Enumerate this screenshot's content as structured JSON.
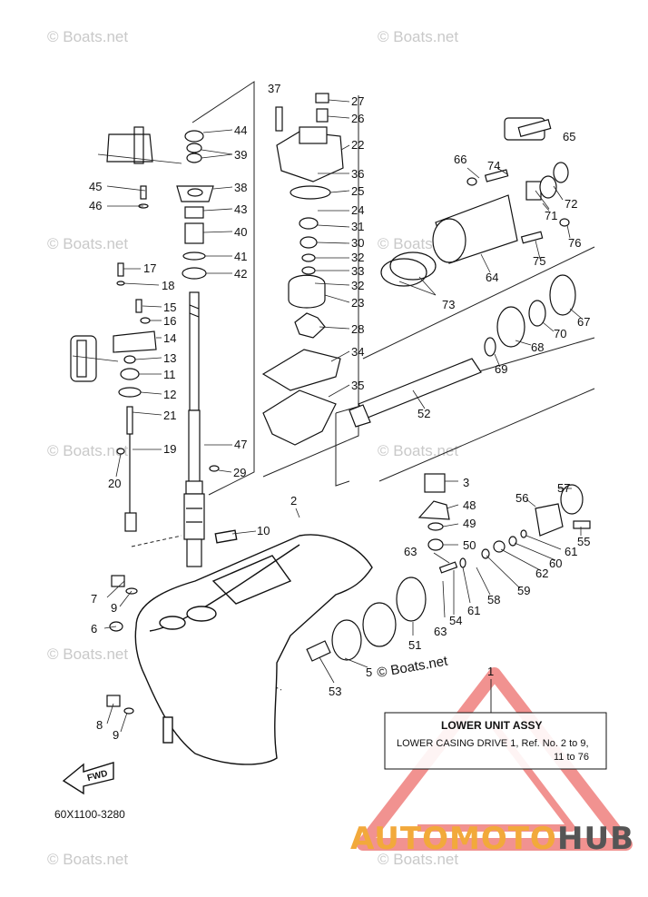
{
  "watermark": {
    "text": "© Boats.net"
  },
  "bottom_watermark": {
    "text": "© Boats.net"
  },
  "diagram_code": "60X1100-3280",
  "fwd_label": "FWD",
  "parts_box": {
    "ref": "1",
    "title": "LOWER UNIT ASSY",
    "line1": "LOWER CASING DRIVE 1,   Ref. No. 2 to 9,",
    "line2": "11 to 76"
  },
  "brand": {
    "part1": "AUTO",
    "part2": "MOTO",
    "part3": "HUB",
    "colors": {
      "auto": "#f2a93b",
      "moto": "#f2a93b",
      "hub": "#555555",
      "triangle": "#e53935"
    }
  },
  "callouts": [
    {
      "n": "37"
    },
    {
      "n": "27"
    },
    {
      "n": "26"
    },
    {
      "n": "44"
    },
    {
      "n": "39"
    },
    {
      "n": "22"
    },
    {
      "n": "36"
    },
    {
      "n": "45"
    },
    {
      "n": "38"
    },
    {
      "n": "25"
    },
    {
      "n": "46"
    },
    {
      "n": "43"
    },
    {
      "n": "24"
    },
    {
      "n": "40"
    },
    {
      "n": "31"
    },
    {
      "n": "30"
    },
    {
      "n": "41"
    },
    {
      "n": "32"
    },
    {
      "n": "33"
    },
    {
      "n": "42"
    },
    {
      "n": "32"
    },
    {
      "n": "17"
    },
    {
      "n": "18"
    },
    {
      "n": "23"
    },
    {
      "n": "15"
    },
    {
      "n": "16"
    },
    {
      "n": "28"
    },
    {
      "n": "14"
    },
    {
      "n": "34"
    },
    {
      "n": "13"
    },
    {
      "n": "11"
    },
    {
      "n": "12"
    },
    {
      "n": "35"
    },
    {
      "n": "21"
    },
    {
      "n": "47"
    },
    {
      "n": "19"
    },
    {
      "n": "20"
    },
    {
      "n": "29"
    },
    {
      "n": "65"
    },
    {
      "n": "66"
    },
    {
      "n": "74"
    },
    {
      "n": "72"
    },
    {
      "n": "71"
    },
    {
      "n": "76"
    },
    {
      "n": "64"
    },
    {
      "n": "75"
    },
    {
      "n": "73"
    },
    {
      "n": "67"
    },
    {
      "n": "70"
    },
    {
      "n": "68"
    },
    {
      "n": "69"
    },
    {
      "n": "52"
    },
    {
      "n": "3"
    },
    {
      "n": "2"
    },
    {
      "n": "48"
    },
    {
      "n": "57"
    },
    {
      "n": "56"
    },
    {
      "n": "49"
    },
    {
      "n": "10"
    },
    {
      "n": "55"
    },
    {
      "n": "63"
    },
    {
      "n": "50"
    },
    {
      "n": "61"
    },
    {
      "n": "60"
    },
    {
      "n": "62"
    },
    {
      "n": "59"
    },
    {
      "n": "58"
    },
    {
      "n": "61"
    },
    {
      "n": "7"
    },
    {
      "n": "9"
    },
    {
      "n": "54"
    },
    {
      "n": "63"
    },
    {
      "n": "6"
    },
    {
      "n": "51"
    },
    {
      "n": "5"
    },
    {
      "n": "53"
    },
    {
      "n": "8"
    },
    {
      "n": "9"
    }
  ]
}
